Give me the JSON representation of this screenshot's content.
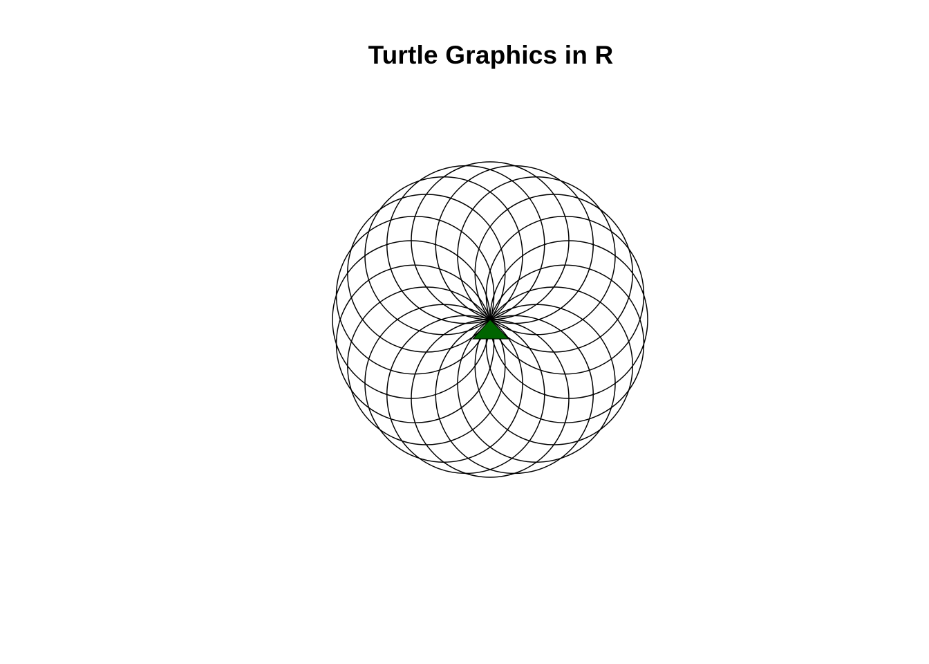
{
  "plot": {
    "title": "Turtle Graphics in R"
  },
  "drawing": {
    "shape": "rosette of overlapping circles",
    "circle_count": 20,
    "line_color": "#000000",
    "background_color": "#ffffff"
  },
  "turtle": {
    "icon": "turtle-triangle-icon",
    "fill_color": "#006400",
    "heading": "up"
  }
}
